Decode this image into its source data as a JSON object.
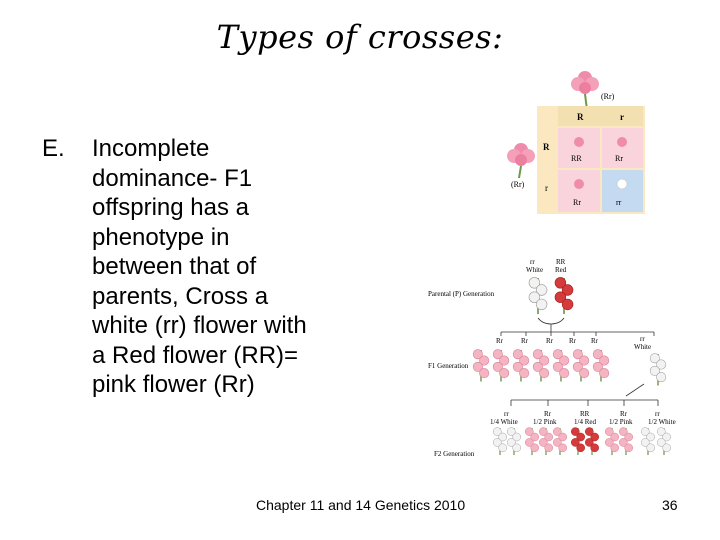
{
  "slide": {
    "title": "Types of crosses:",
    "list_marker": "E.",
    "body_lines": [
      "Incomplete",
      "dominance- F1",
      "offspring has a",
      "phenotype in",
      "between that of",
      "parents, Cross a",
      "white (rr) flower with",
      "a Red flower (RR)=",
      "pink flower (Rr)"
    ],
    "footer": "Chapter 11 and 14 Genetics 2010",
    "page_number": "36"
  },
  "punnett_square": {
    "top_parent": "(Rr)",
    "left_parent": "(Rr)",
    "col_headers": [
      "R",
      "r"
    ],
    "row_headers": [
      "R",
      "r"
    ],
    "cells": [
      [
        "RR",
        "Rr"
      ],
      [
        "Rr",
        "rr"
      ]
    ]
  },
  "cross_diagram": {
    "parent_generation_label": "Parental (P) Generation",
    "parent_labels": [
      {
        "genotype": "rr",
        "phenotype": "White"
      },
      {
        "genotype": "RR",
        "phenotype": "Red"
      }
    ],
    "f1_label": "F1 Generation",
    "f1_genotypes": [
      "Rr",
      "Rr",
      "Rr",
      "Rr",
      "Rr"
    ],
    "f1_side": {
      "genotype": "rr",
      "phenotype": "White"
    },
    "f2_label": "F2 Generation",
    "f2_groups": [
      {
        "genotype": "rr",
        "ratio": "1/4 White"
      },
      {
        "genotype": "Rr",
        "ratio": "1/2 Pink"
      },
      {
        "genotype": "RR",
        "ratio": "1/4 Red"
      },
      {
        "genotype": "Rr",
        "ratio": "1/2 Pink"
      },
      {
        "genotype": "rr",
        "ratio": "1/2 White"
      }
    ]
  },
  "colors": {
    "punnett_bg": "#fbe8c0",
    "punnett_blue": "#c4daf0",
    "pink": "#f08cab",
    "red": "#d63a3a",
    "white_flower": "#f2f2f2"
  }
}
